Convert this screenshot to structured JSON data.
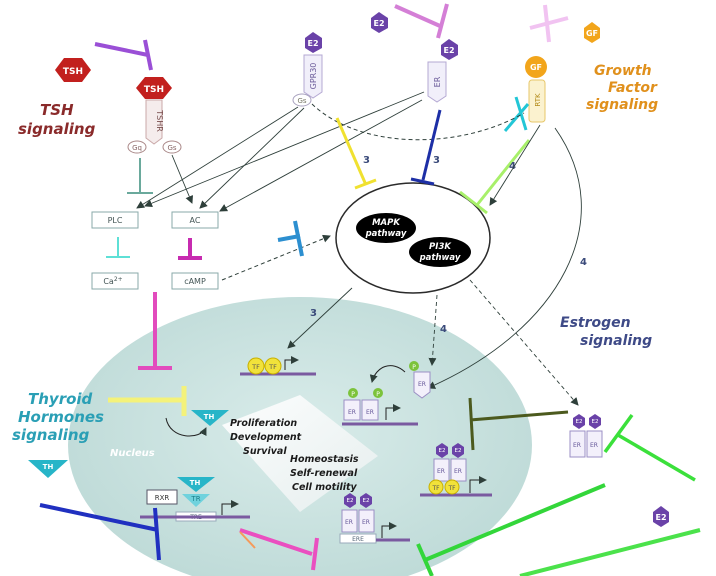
{
  "labels": {
    "tsh_signaling": [
      "TSH",
      "signaling"
    ],
    "growth_factor_signaling": [
      "Growth",
      "Factor",
      "signaling"
    ],
    "estrogen_signaling": [
      "Estrogen",
      "signaling"
    ],
    "thyroid_signaling": [
      "Thyroid",
      "Hormones",
      "signaling"
    ],
    "nucleus": "Nucleus"
  },
  "ligands": {
    "tsh": "TSH",
    "e2": "E2",
    "gf": "GF",
    "th": "TH"
  },
  "receptors": {
    "tshr": "TSHR",
    "gpr30": "GPR30",
    "er": "ER",
    "rtk": "RTK",
    "gq": "Gq",
    "gs": "Gs",
    "tr": "TR",
    "rxr": "RXR"
  },
  "second_messengers": {
    "plc": "PLC",
    "ac": "AC",
    "ca": "Ca",
    "ca_sup": "2+",
    "camp": "cAMP"
  },
  "pathways": {
    "mapk": [
      "MAPK",
      "pathway"
    ],
    "pi3k": [
      "PI3K",
      "pathway"
    ]
  },
  "nuclear": {
    "tf": "TF",
    "p": "P",
    "tre": "TRE",
    "ere": "ERE"
  },
  "outcomes": {
    "group1": [
      "Proliferation",
      "Development",
      "Survival"
    ],
    "group2": [
      "Homeostasis",
      "Self-renewal",
      "Cell motility"
    ]
  },
  "step_numbers": {
    "n3": "3",
    "n4": "4"
  },
  "colors": {
    "nucleus_fill": "#cfe5e3",
    "tsh": "#c2201e",
    "e2": "#6a42a8",
    "gf": "#f2a51b",
    "th": "#27b5c8",
    "thyroid_text": "#2a9fb5",
    "growth_text": "#e0901c",
    "estrogen_text": "#3e4a87",
    "tsh_text": "#8a2a2a"
  }
}
